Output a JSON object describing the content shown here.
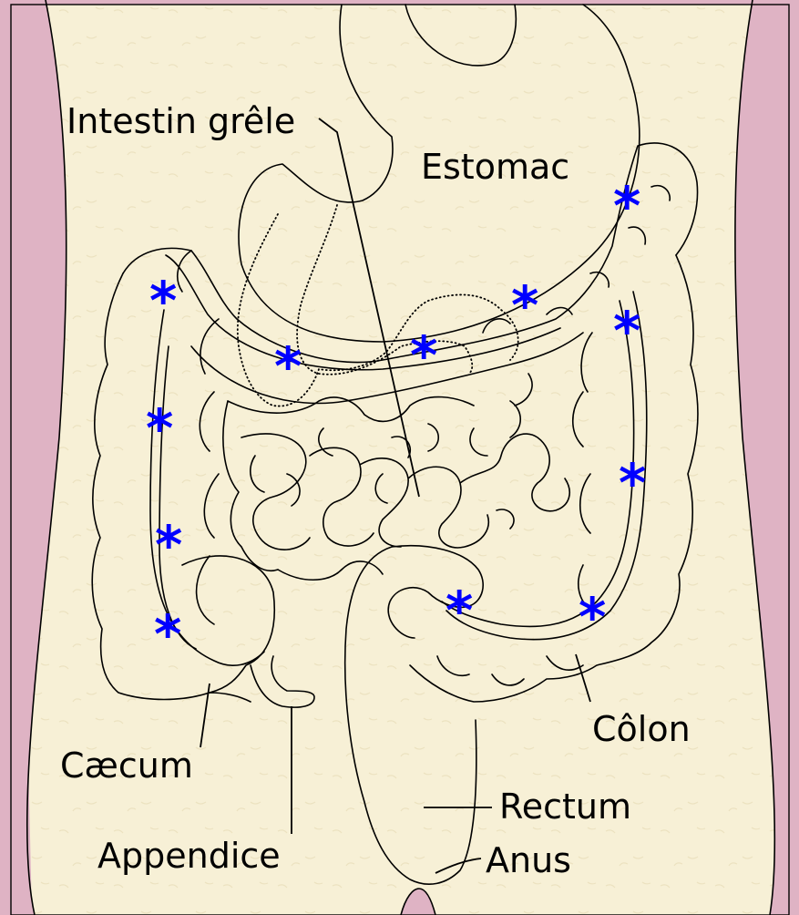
{
  "colors": {
    "background": "#dfb3c4",
    "paper": "#f7f0d6",
    "outline": "#000000",
    "marker": "#0000ff"
  },
  "labels": {
    "small_intestine": "Intestin grêle",
    "stomach": "Estomac",
    "colon": "Côlon",
    "caecum": "Cæcum",
    "appendix": "Appendice",
    "rectum": "Rectum",
    "anus": "Anus"
  },
  "marker_symbol": "*"
}
